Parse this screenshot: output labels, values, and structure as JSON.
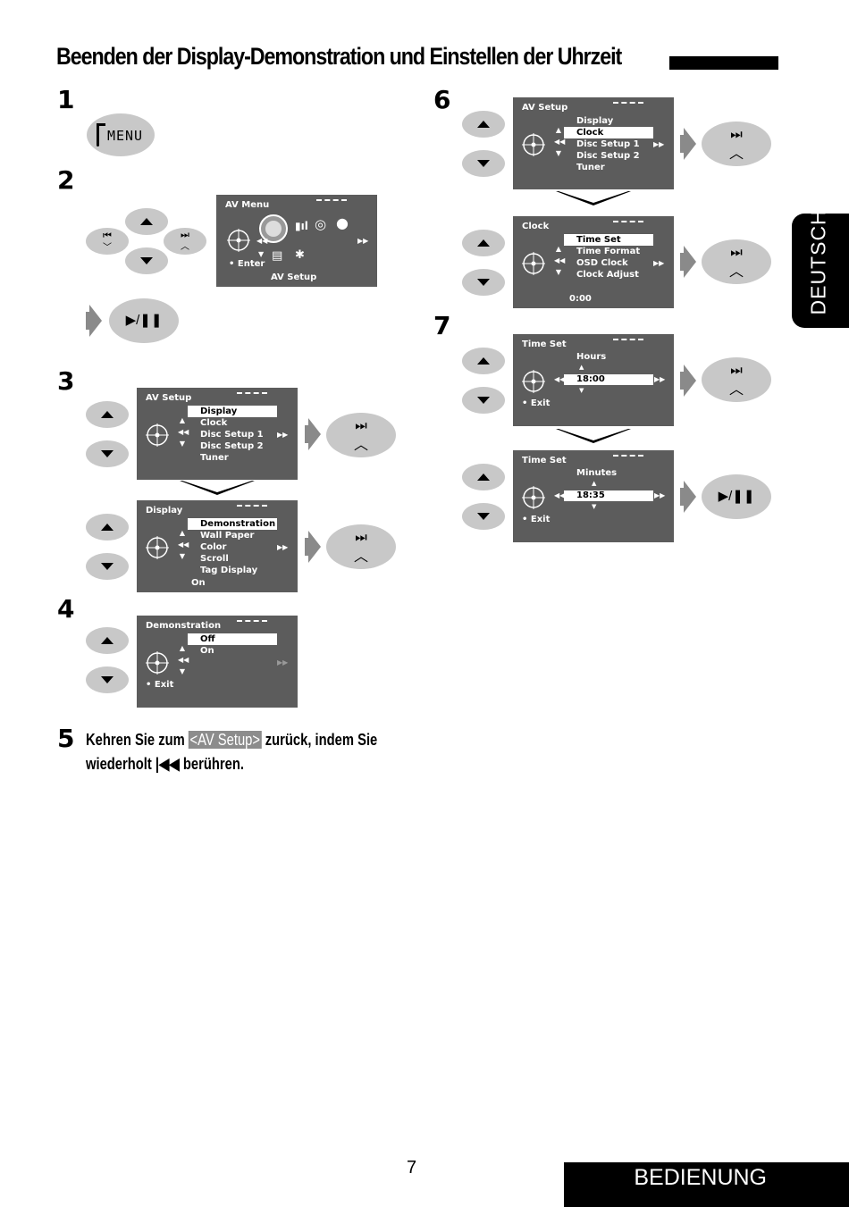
{
  "title": "Beenden der Display-Demonstration und Einstellen der Uhrzeit",
  "steps": {
    "s1": "1",
    "s2": "2",
    "s3": "3",
    "s4": "4",
    "s5": "5",
    "s6": "6",
    "s7": "7"
  },
  "buttons": {
    "menu": "MENU",
    "play_pause": "▶/❚❚"
  },
  "screens": {
    "av_menu": {
      "title": "AV Menu",
      "enter": "Enter",
      "caption": "AV Setup"
    },
    "av_setup": {
      "title": "AV Setup",
      "items": [
        "Display",
        "Clock",
        "Disc Setup 1",
        "Disc Setup 2",
        "Tuner"
      ]
    },
    "display": {
      "title": "Display",
      "items": [
        "Demonstration",
        "Wall Paper",
        "Color",
        "Scroll",
        "Tag Display"
      ],
      "value": "On"
    },
    "demonstration": {
      "title": "Demonstration",
      "items": [
        "Off",
        "On"
      ],
      "exit": "Exit"
    },
    "clock": {
      "title": "Clock",
      "items": [
        "Time Set",
        "Time Format",
        "OSD Clock",
        "Clock Adjust"
      ],
      "value": "0:00"
    },
    "time_set_hours": {
      "title": "Time Set",
      "label": "Hours",
      "value": "18:00",
      "exit": "Exit"
    },
    "time_set_minutes": {
      "title": "Time Set",
      "label": "Minutes",
      "value": "18:35",
      "exit": "Exit"
    }
  },
  "step5": {
    "part1": "Kehren Sie zum",
    "highlight": "<AV Setup>",
    "part2": "zurück, indem Sie",
    "part3": "wiederholt",
    "part4": "berühren."
  },
  "side_tab": "DEUTSCH",
  "page_number": "7",
  "footer": "BEDIENUNG"
}
